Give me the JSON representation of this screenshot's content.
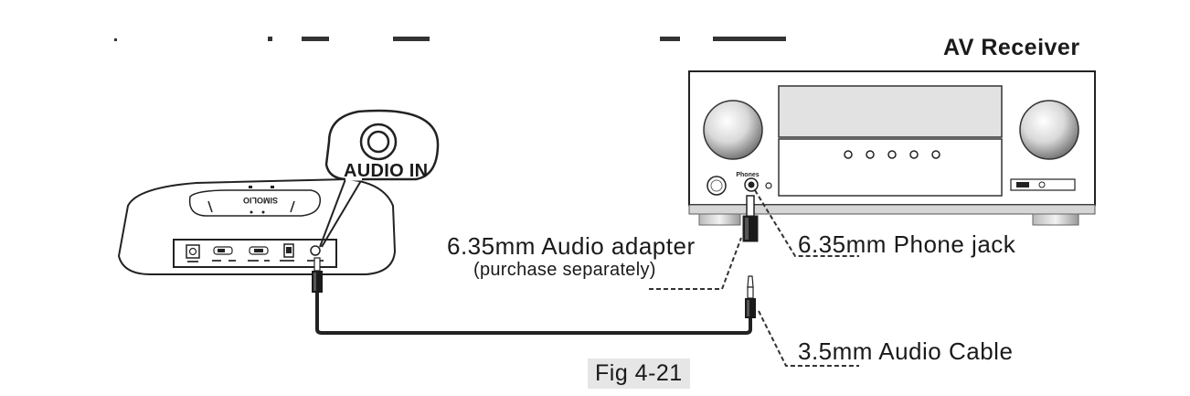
{
  "diagram": {
    "title_receiver": "AV Receiver",
    "callout_audio_in": "AUDIO IN",
    "base_brand": "SIMOLIO",
    "receiver_phones_label": "Phones",
    "label_adapter": "6.35mm Audio adapter",
    "label_adapter_note": "(purchase separately)",
    "label_phone_jack": "6.35mm Phone jack",
    "label_cable": "3.5mm Audio Cable",
    "figure_caption": "Fig 4-21"
  }
}
